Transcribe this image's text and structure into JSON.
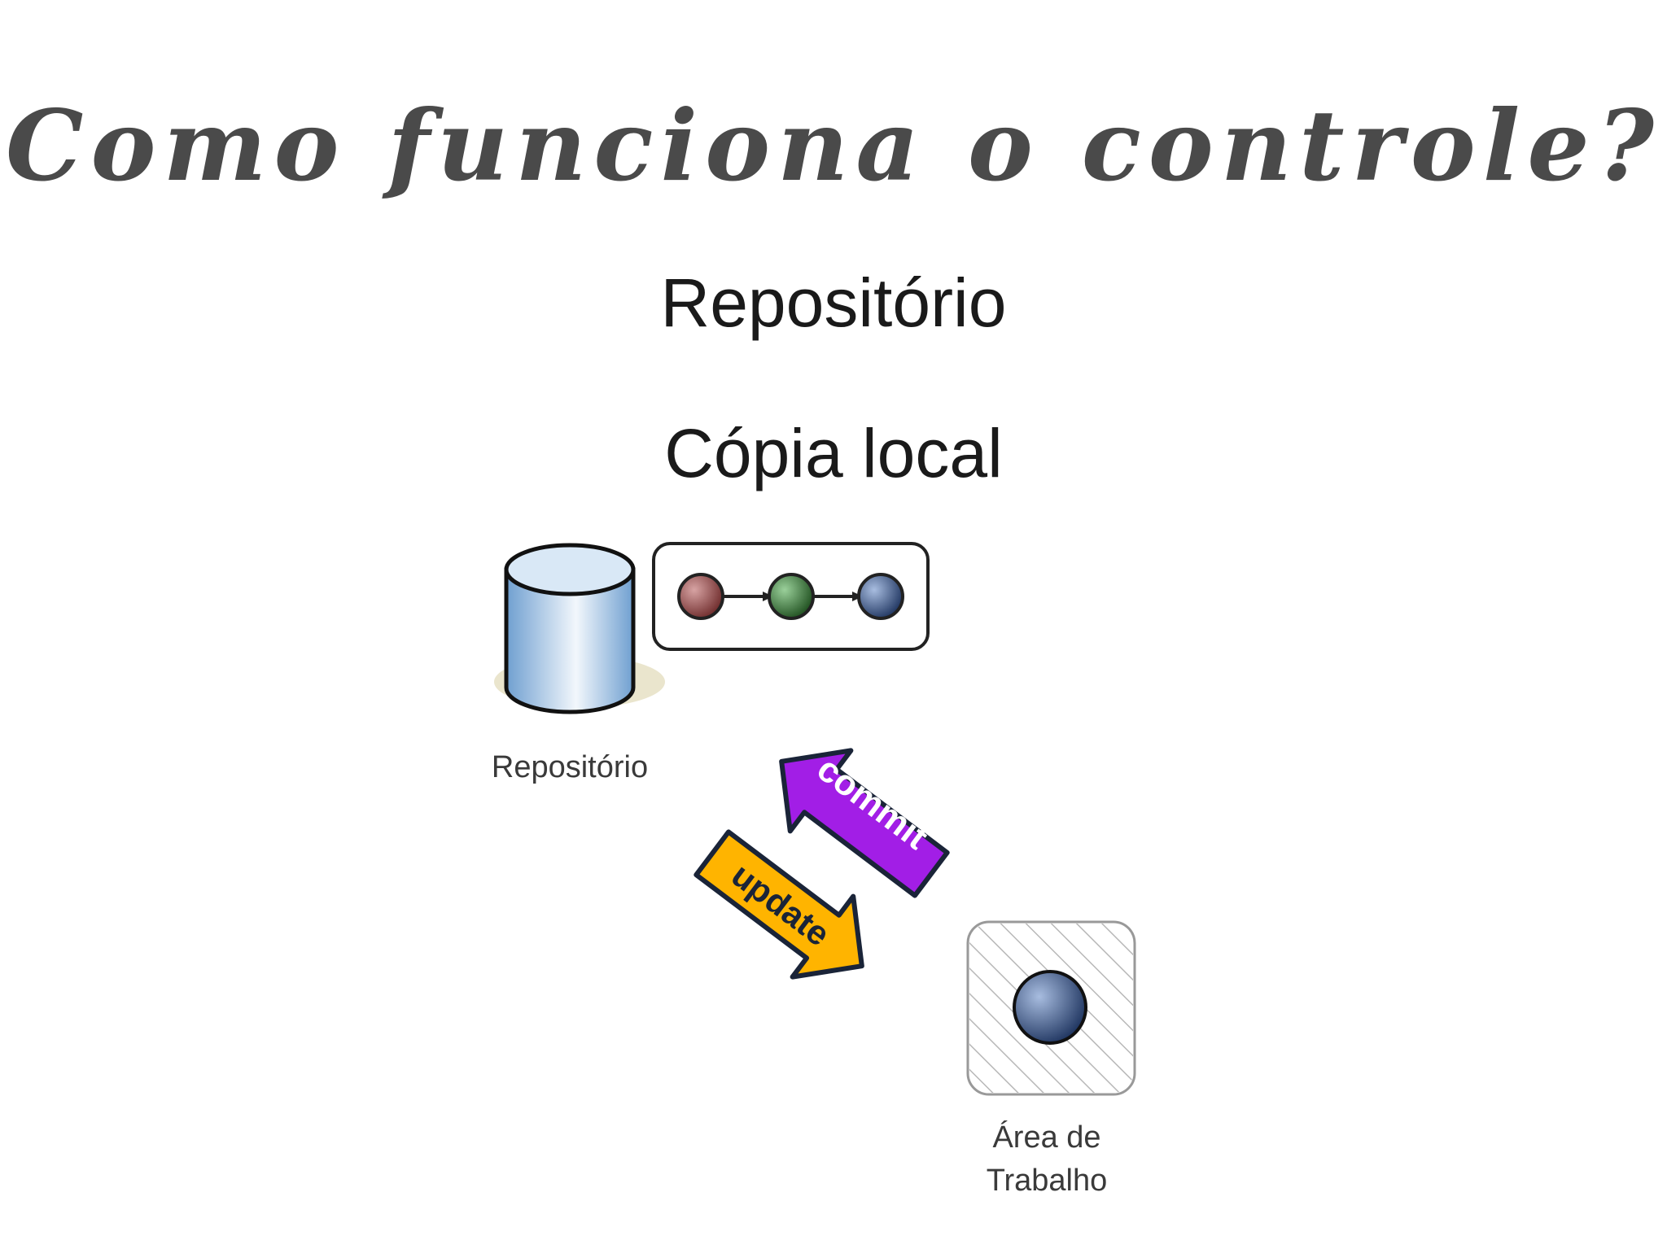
{
  "slide": {
    "title": "Como funciona o controle?",
    "bullets": [
      "Repositório",
      "Cópia local"
    ]
  },
  "diagram": {
    "repository_label": "Repositório",
    "commit_label": "commit",
    "update_label": "update",
    "workspace_label_line1": "Área de",
    "workspace_label_line2": "Trabalho",
    "colors": {
      "commit_arrow": "#a21ee6",
      "update_arrow": "#ffb400",
      "node_red": "#8b3a3a",
      "node_green": "#2f6b2f",
      "node_blue": "#2e4a7a"
    }
  }
}
